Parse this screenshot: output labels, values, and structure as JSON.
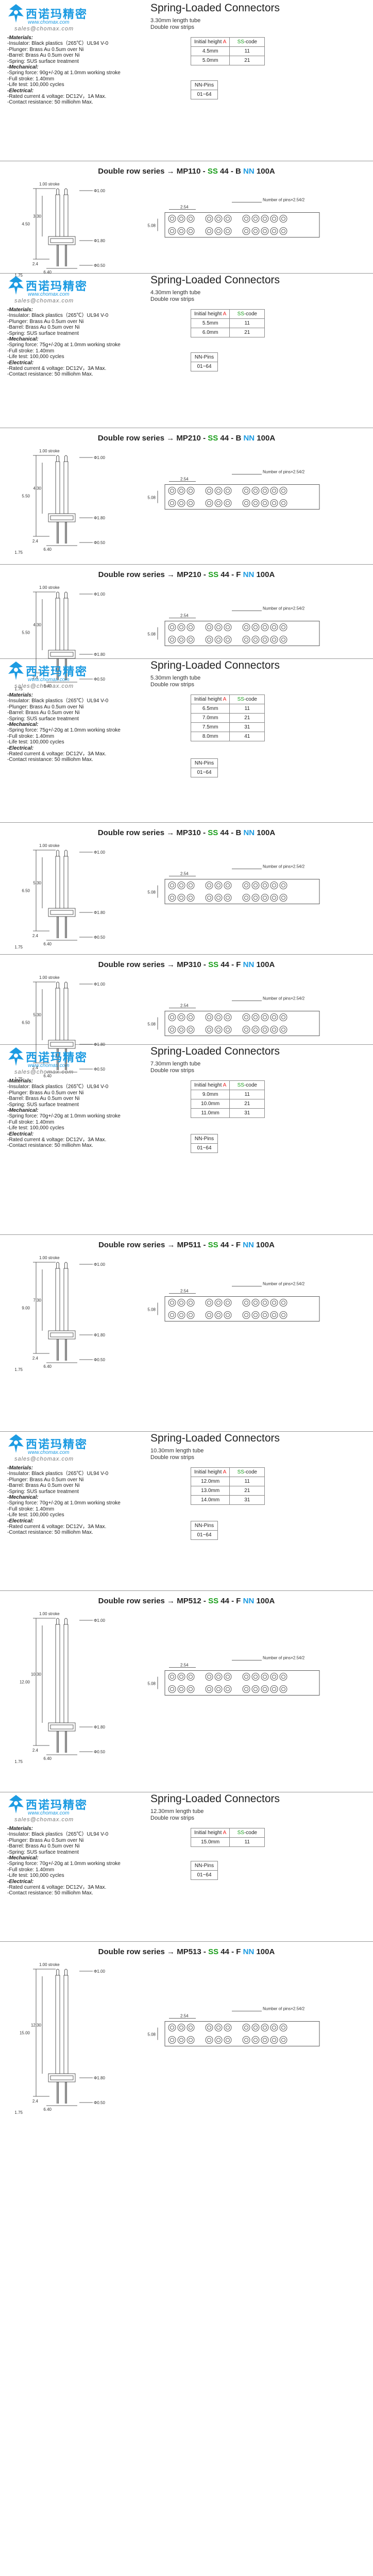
{
  "brand": {
    "name": "西诺玛精密",
    "web": "www.chomax.com",
    "mail": "sales@chomax.com"
  },
  "title": "Spring-Loaded Connectors",
  "specs_labels": {
    "materials": "-Materials:",
    "insulator": "-Insulator: Black plastics（265℃）UL94 V-0",
    "plunger": "-Plunger: Brass Au 0.5um over Ni",
    "barrel": "-Barrel: Brass Au 0.5um over Ni",
    "spring": "-Spring: SUS surface treatment",
    "mechanical": "-Mechanical:",
    "stroke": "-Full stroke: 1.40mm",
    "life": "-Life test: 100,000 cycles",
    "electrical": "-Electrical:",
    "resistance": "-Contact resistance: 50 milliohm Max."
  },
  "table_headers": {
    "height": "Initial height",
    "height_letter": "A",
    "code_letter": "SS",
    "code": "-code",
    "pins": "NN",
    "pins_label": "-Pins",
    "pins_range": "01~64"
  },
  "sections": [
    {
      "tube": "3.30mm length tube",
      "rows": "Double row strips",
      "force": "-Spring force: 90g+/-20g at 1.0mm working stroke",
      "current": "-Rated current & voltage: DC12V，1A Max.",
      "table": [
        [
          "4.5mm",
          "11"
        ],
        [
          "5.0mm",
          "21"
        ]
      ],
      "series": [
        {
          "pre": "Double row series → MP110 - ",
          "ss": "SS",
          "mid": " 44 - ",
          "bt": "B",
          "sp": " ",
          "nn": "NN",
          "post": " 100A"
        }
      ]
    },
    {
      "tube": "4.30mm length tube",
      "rows": "Double row strips",
      "force": "-Spring force: 75g+/-20g at 1.0mm working stroke",
      "current": "-Rated current & voltage: DC12V，3A Max.",
      "table": [
        [
          "5.5mm",
          "11"
        ],
        [
          "6.0mm",
          "21"
        ]
      ],
      "series": [
        {
          "pre": "Double row series → MP210 - ",
          "ss": "SS",
          "mid": " 44 - ",
          "bt": "B",
          "sp": " ",
          "nn": "NN",
          "post": " 100A"
        },
        {
          "pre": "Double row series → MP210 - ",
          "ss": "SS",
          "mid": " 44 - ",
          "bt": "F",
          "sp": " ",
          "nn": "NN",
          "post": " 100A"
        }
      ]
    },
    {
      "tube": "5.30mm length tube",
      "rows": "Double row strips",
      "force": "-Spring force: 75g+/-20g at 1.0mm working stroke",
      "current": "-Rated current & voltage: DC12V，3A Max.",
      "table": [
        [
          "6.5mm",
          "11"
        ],
        [
          "7.0mm",
          "21"
        ],
        [
          "7.5mm",
          "31"
        ],
        [
          "8.0mm",
          "41"
        ]
      ],
      "series": [
        {
          "pre": "Double row series → MP310 - ",
          "ss": "SS",
          "mid": " 44 - ",
          "bt": "B",
          "sp": " ",
          "nn": "NN",
          "post": " 100A"
        },
        {
          "pre": "Double row series → MP310 - ",
          "ss": "SS",
          "mid": " 44 - ",
          "bt": "F",
          "sp": " ",
          "nn": "NN",
          "post": " 100A"
        }
      ]
    },
    {
      "tube": "7.30mm length tube",
      "rows": "Double row strips",
      "force": "-Spring force: 70g+/-20g at 1.0mm working stroke",
      "current": "-Rated current & voltage: DC12V，3A Max.",
      "table": [
        [
          "9.0mm",
          "11"
        ],
        [
          "10.0mm",
          "21"
        ],
        [
          "11.0mm",
          "31"
        ]
      ],
      "series": [
        {
          "pre": "Double row series → MP511 - ",
          "ss": "SS",
          "mid": " 44 - ",
          "bt": "F",
          "sp": " ",
          "nn": "NN",
          "post": " 100A"
        }
      ]
    },
    {
      "tube": "10.30mm length tube",
      "rows": "Double row strips",
      "force": "-Spring force: 70g+/-20g at 1.0mm working stroke",
      "current": "-Rated current & voltage: DC12V，3A Max.",
      "table": [
        [
          "12.0mm",
          "11"
        ],
        [
          "13.0mm",
          "21"
        ],
        [
          "14.0mm",
          "31"
        ]
      ],
      "series": [
        {
          "pre": "Double row series → MP512 - ",
          "ss": "SS",
          "mid": " 44 - ",
          "bt": "F",
          "sp": " ",
          "nn": "NN",
          "post": " 100A"
        }
      ]
    },
    {
      "tube": "12.30mm length tube",
      "rows": "Double row strips",
      "force": "-Spring force: 70g+/-20g at 1.0mm working stroke",
      "current": "-Rated current & voltage: DC12V，3A Max.",
      "table": [
        [
          "15.0mm",
          "11"
        ]
      ],
      "series": [
        {
          "pre": "Double row series → MP513 - ",
          "ss": "SS",
          "mid": " 44 - ",
          "bt": "F",
          "sp": " ",
          "nn": "NN",
          "post": " 100A"
        }
      ]
    }
  ],
  "drawing_labels": {
    "stroke": "1.00 stroke",
    "pins_eq": "Number of pins×2.54/2",
    "pitch": "2.54",
    "row": "5.08",
    "dia1": "Φ1.00",
    "dia2": "Φ1.80",
    "dia3": "Φ0.50",
    "d175": "1.75",
    "d24": "2.4",
    "d640": "6.40",
    "dims": [
      {
        "a": "3.30",
        "b": "4.50"
      },
      {
        "a": "4.30",
        "b": "5.50"
      },
      {
        "a": "4.30",
        "b": "5.50"
      },
      {
        "a": "5.30",
        "b": "6.50"
      },
      {
        "a": "5.30",
        "b": "6.50"
      },
      {
        "a": "7.30",
        "b": "9.00"
      },
      {
        "a": "10.30",
        "b": "12.00"
      },
      {
        "a": "12.30",
        "b": "15.00"
      }
    ]
  }
}
